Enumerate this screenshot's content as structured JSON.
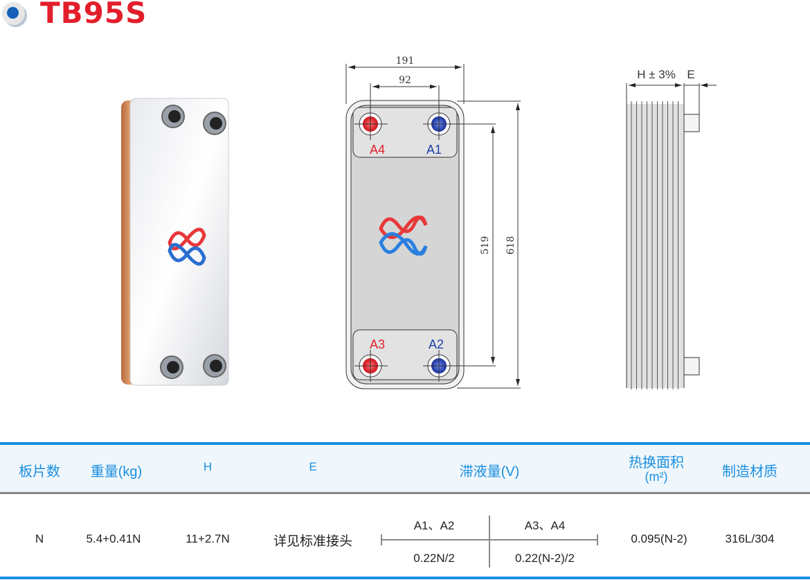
{
  "title": "TB95S",
  "drawing": {
    "dim_width": "191",
    "dim_port_spacing": "92",
    "dim_port_height": "519",
    "dim_height": "618",
    "ports": {
      "a1": "A1",
      "a2": "A2",
      "a3": "A3",
      "a4": "A4"
    },
    "side_h": "H ± 3%",
    "side_e": "E"
  },
  "colors": {
    "title": "#e31e2b",
    "accent": "#1a8ee0",
    "hot": "#e0202a",
    "cold": "#1e40a8"
  },
  "table": {
    "headers": {
      "plates": "板片数",
      "weight": "重量(kg)",
      "h": "H",
      "e": "E",
      "volume": "滞液量(V)",
      "area_line1": "热换面积",
      "area_line2": "(m²)",
      "material": "制造材质"
    },
    "row": {
      "plates": "N",
      "weight": "5.4+0.41N",
      "h": "11+2.7N",
      "e": "详见标准接头",
      "vol_left_label": "A1、A2",
      "vol_right_label": "A3、A4",
      "vol_left_value": "0.22N/2",
      "vol_right_value": "0.22(N-2)/2",
      "area": "0.095(N-2)",
      "material": "316L/304"
    }
  }
}
